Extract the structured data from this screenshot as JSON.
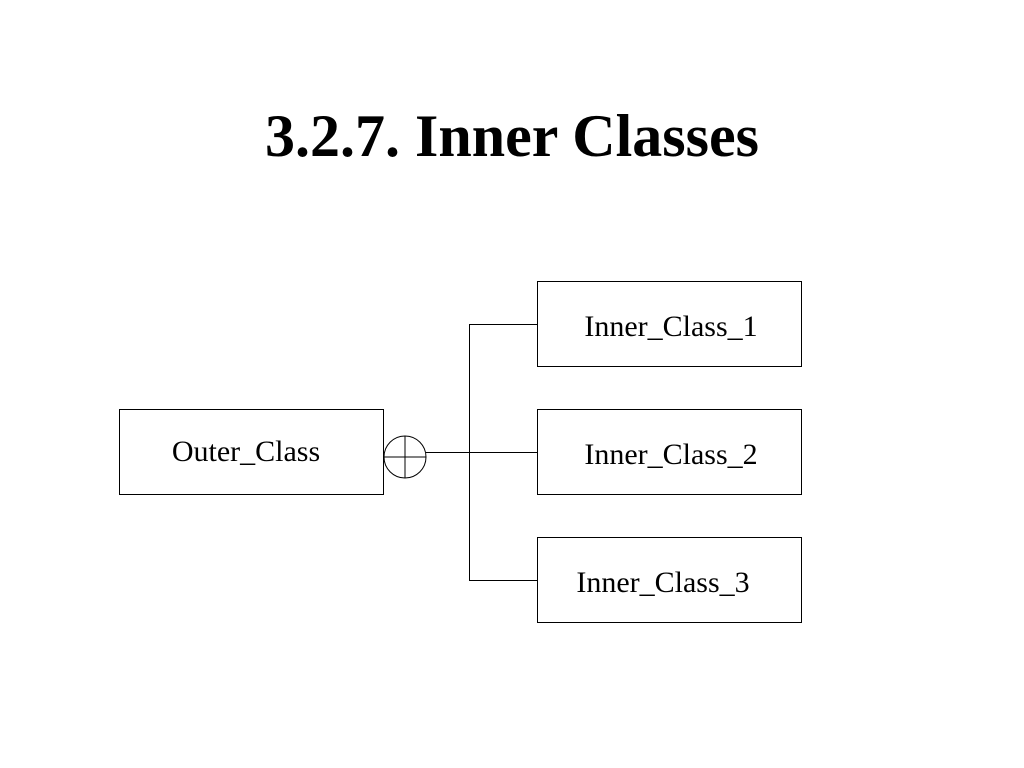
{
  "slide": {
    "title": "3.2.7. Inner Classes"
  },
  "diagram": {
    "outer_class": {
      "label": "Outer_Class"
    },
    "inner_classes": [
      {
        "label": "Inner_Class_1"
      },
      {
        "label": "Inner_Class_2"
      },
      {
        "label": "Inner_Class_3"
      }
    ],
    "containment_symbol": "circle-plus-icon"
  }
}
